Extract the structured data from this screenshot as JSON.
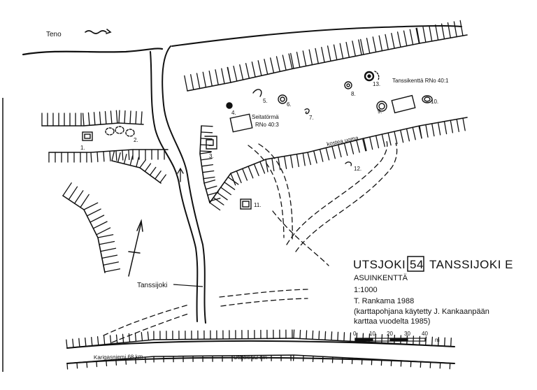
{
  "map": {
    "river_top_label": "Teno",
    "river_label": "Tanssijoki",
    "road_left_label": "Karigasniemi 68 km",
    "road_right_label": "Utsjoki 32 km",
    "moist_channel_label": "kostea uoma",
    "places": {
      "tanssikentta": "Tanssikenttä RNo 40:1",
      "seitatorma_line1": "Seitatörmä",
      "seitatorma_line2": "RNo 40:3"
    },
    "features": [
      "1.",
      "2.",
      "3.",
      "4.",
      "5.",
      "6.",
      "7.",
      "8.",
      "9.",
      "10.",
      "11.",
      "12.",
      "13."
    ]
  },
  "title_block": {
    "municipality": "UTSJOKI",
    "site_number": "54",
    "site_name": "TANSSIJOKI E",
    "site_type": "ASUINKENTTÄ",
    "scale": "1:1000",
    "author": "T. Rankama 1988",
    "basemap_note_line1": "(karttapohjana käytetty J. Kankaanpään",
    "basemap_note_line2": "karttaa vuodelta 1985)"
  },
  "scale_bar": {
    "ticks": [
      "0",
      "10",
      "20",
      "30",
      "40"
    ],
    "unit": "m"
  },
  "colors": {
    "ink": "#111111",
    "paper": "#ffffff"
  }
}
